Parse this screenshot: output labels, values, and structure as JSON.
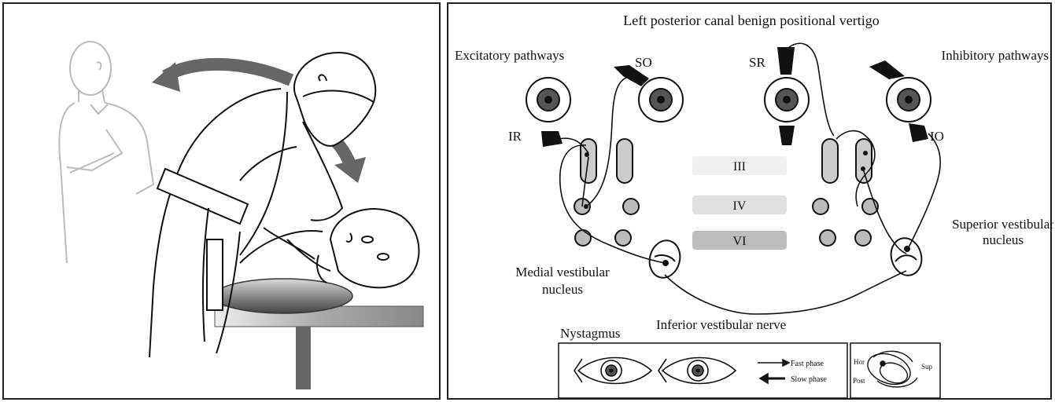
{
  "diagram": {
    "title": "Left posterior canal benign positional vertigo",
    "pathways": {
      "excitatory": "Excitatory pathways",
      "inhibitory": "Inhibitory pathways"
    },
    "muscles": {
      "so": "SO",
      "sr": "SR",
      "ir": "IR",
      "io": "IO"
    },
    "nuclei": {
      "iii": "III",
      "iv": "IV",
      "vi": "VI",
      "superior_vestibular": [
        "Superior vestibular",
        "nucleus"
      ],
      "medial_vestibular": [
        "Medial vestibular",
        "nucleus"
      ]
    },
    "nerve": "Inferior vestibular nerve",
    "nystagmus": {
      "label": "Nystagmus",
      "fast_phase": "Fast phase",
      "slow_phase": "Slow phase"
    },
    "canals": {
      "hor": "Hor",
      "post": "Post",
      "sup": "Sup"
    }
  }
}
